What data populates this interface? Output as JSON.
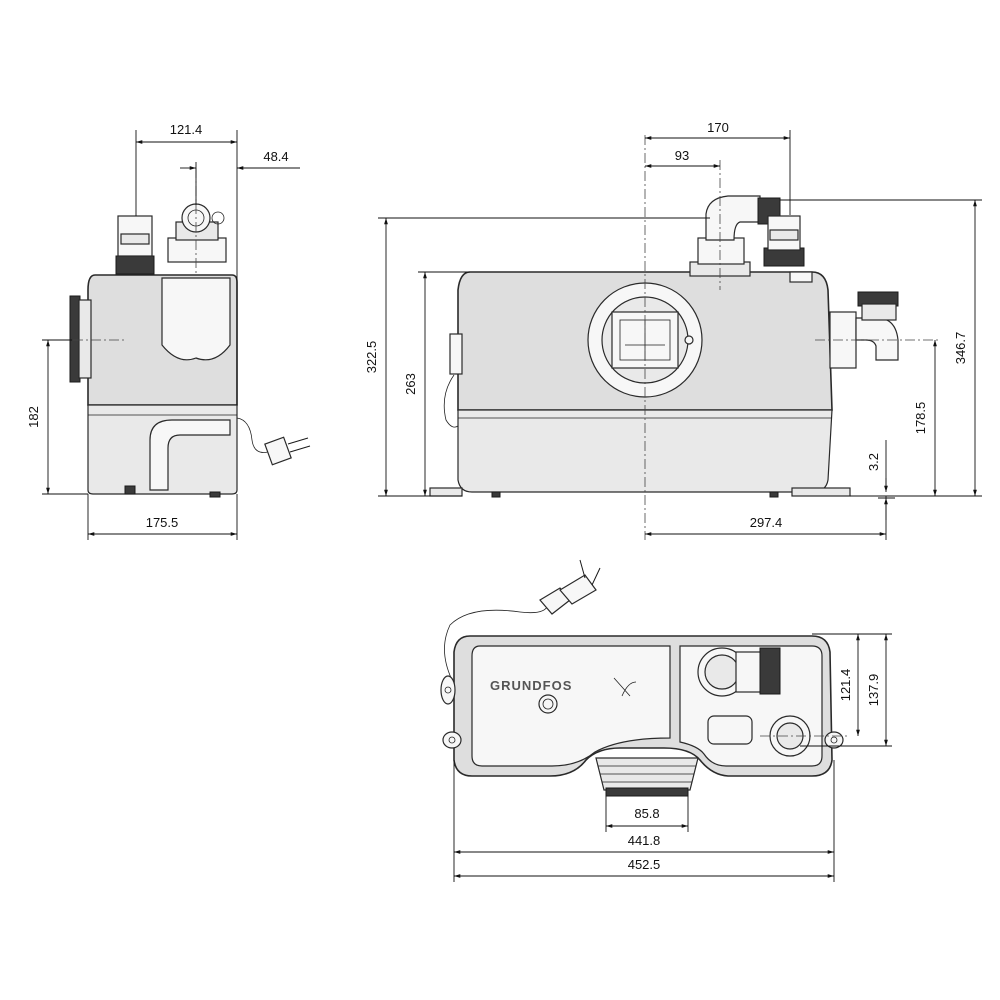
{
  "side_view": {
    "dim_top_width": "121.4",
    "dim_top_offset": "48.4",
    "dim_inlet_height": "182",
    "dim_base_width": "175.5"
  },
  "front_view": {
    "dim_outlet_distance": "170",
    "dim_elbow_distance": "93",
    "dim_elbow_height": "322.5",
    "dim_body_height": "263",
    "dim_total_height": "346.7",
    "dim_side_inlet_height": "178.5",
    "dim_foot_height": "3.2",
    "dim_right_width": "297.4"
  },
  "top_view": {
    "logo_text": "GRUNDFOS",
    "dim_outlet_offset_1": "121.4",
    "dim_outlet_offset_2": "137.9",
    "dim_bottom_inlet": "85.8",
    "dim_inner_width": "441.8",
    "dim_total_width": "452.5"
  }
}
